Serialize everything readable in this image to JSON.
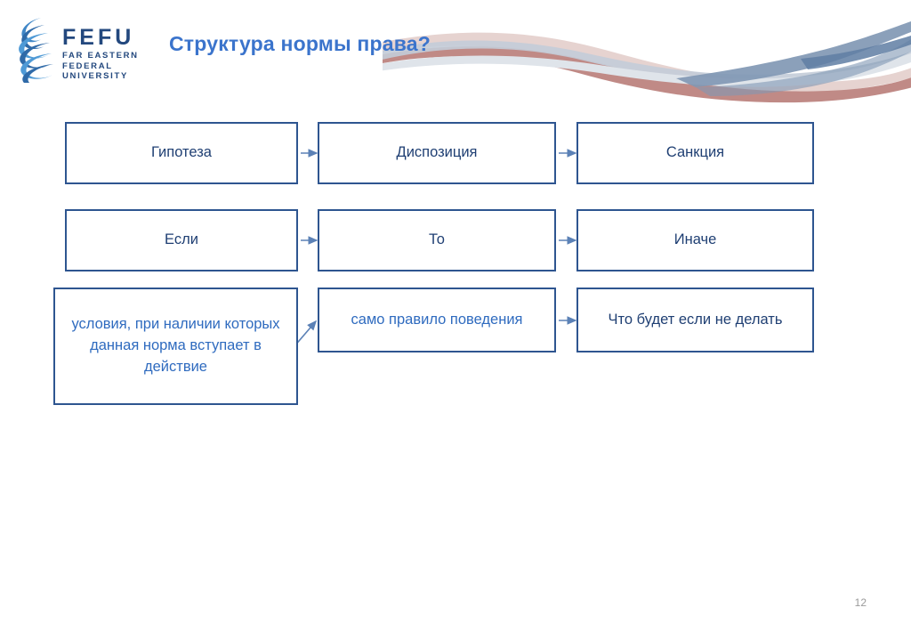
{
  "slide": {
    "title": "Структура нормы права?",
    "page_number": "12",
    "title_color": "#3b74cc",
    "node_border_color": "#2e5590",
    "node_text_color": "#1f3f73",
    "node_text_color_light": "#2f6bbf",
    "page_number_color": "#9a9a9a",
    "background_color": "#ffffff"
  },
  "logo": {
    "name": "FEFU",
    "line1": "FAR EASTERN",
    "line2": "FEDERAL",
    "line3": "UNIVERSITY",
    "color": "#23487e",
    "mark_color_dark": "#2e5590",
    "mark_color_light": "#4f9ad6"
  },
  "ribbon": {
    "rose": "#c08a86",
    "rose_light": "#ddc4c0",
    "steel": "#8198b4",
    "steel_light": "#c3ccd8",
    "pale": "#dfe4ea"
  },
  "diagram": {
    "rows": [
      {
        "id": "row-terms",
        "nodes": [
          {
            "id": "gipoteza",
            "label": "Гипотеза",
            "tone": "dark"
          },
          {
            "id": "dispoziciya",
            "label": "Диспозиция",
            "tone": "dark"
          },
          {
            "id": "sankciya",
            "label": "Санкция",
            "tone": "dark"
          }
        ]
      },
      {
        "id": "row-connectors",
        "nodes": [
          {
            "id": "esli",
            "label": "Если",
            "tone": "dark"
          },
          {
            "id": "to",
            "label": "То",
            "tone": "dark"
          },
          {
            "id": "inache",
            "label": "Иначе",
            "tone": "dark"
          }
        ]
      },
      {
        "id": "row-explanations",
        "nodes": [
          {
            "id": "usloviya",
            "label": "условия, при наличии которых данная норма вступает в действие",
            "tone": "light"
          },
          {
            "id": "pravilo",
            "label": "само правило поведения",
            "tone": "light"
          },
          {
            "id": "posledstviya",
            "label": "Что будет если не делать",
            "tone": "dark"
          }
        ]
      }
    ],
    "arrows": [
      {
        "id": "arrow-gipoteza-dispoziciya",
        "type": "horizontal"
      },
      {
        "id": "arrow-dispoziciya-sankciya",
        "type": "horizontal"
      },
      {
        "id": "arrow-esli-to",
        "type": "horizontal"
      },
      {
        "id": "arrow-to-inache",
        "type": "horizontal"
      },
      {
        "id": "arrow-usloviya-pravilo",
        "type": "diagonal"
      },
      {
        "id": "arrow-pravilo-posledstviya",
        "type": "horizontal"
      }
    ]
  }
}
